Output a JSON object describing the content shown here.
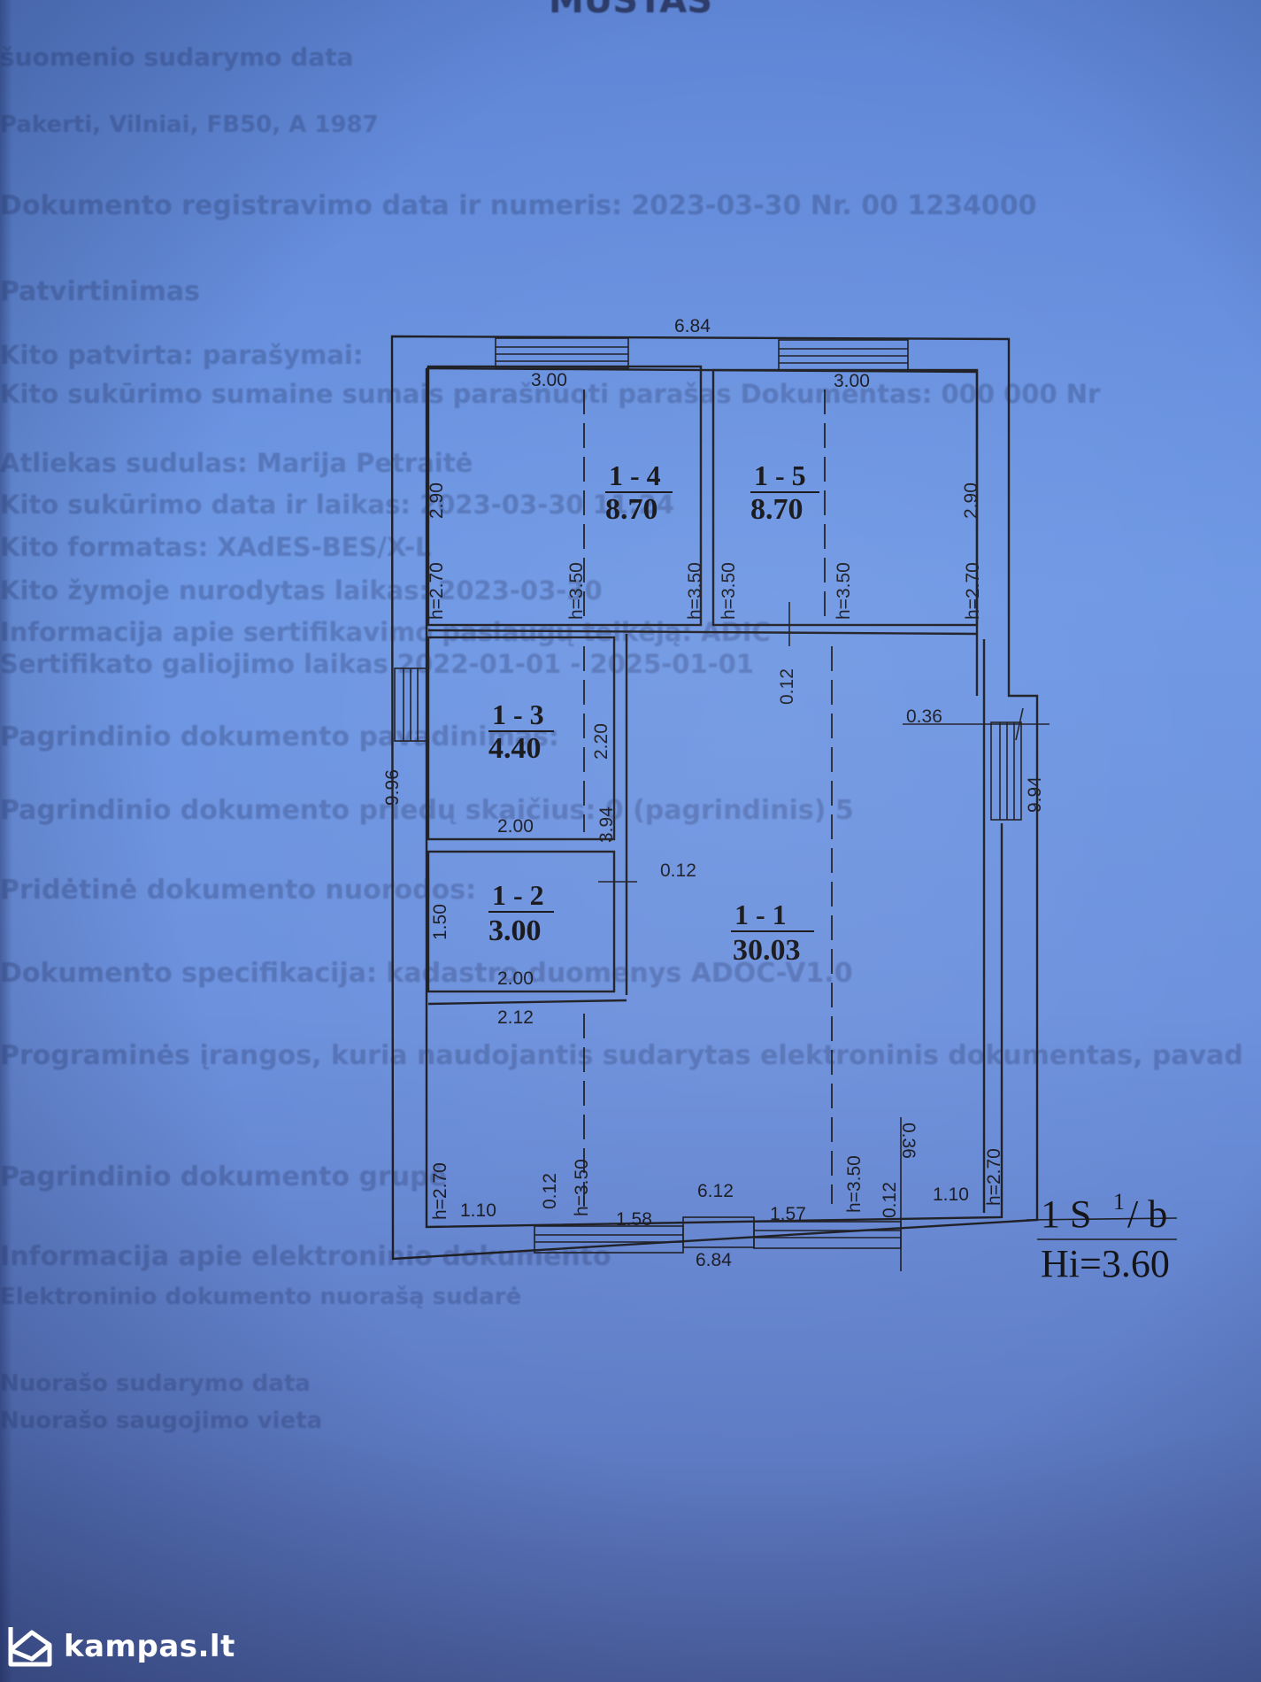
{
  "plan": {
    "outer": {
      "top_width": "6.84",
      "bottom_width": "6.84",
      "left_height": "9.96",
      "right_height": "9.94"
    },
    "rooms": [
      {
        "id": "1 - 1",
        "area": "30.03"
      },
      {
        "id": "1 - 2",
        "area": "3.00"
      },
      {
        "id": "1 - 3",
        "area": "4.40"
      },
      {
        "id": "1 - 4",
        "area": "8.70"
      },
      {
        "id": "1 - 5",
        "area": "8.70"
      }
    ],
    "dims": {
      "r4_width": "3.00",
      "r5_width": "3.00",
      "r4_depth": "2.90",
      "r5_depth": "2.90",
      "r3_depth": "2.20",
      "r3_width": "2.00",
      "r2_depth": "1.50",
      "r2_width": "2.00",
      "hall_width": "2.12",
      "inner_bottom": "6.12",
      "bottom_left_seg": "1.58",
      "bottom_right_seg": "1.57",
      "corner_left": "1.10",
      "corner_right": "1.10",
      "wall_thick_a": "0.12",
      "wall_thick_b": "0.12",
      "wall_thick_c": "0.12",
      "wall_thick_d": "0.12",
      "outer_wall_a": "0.36",
      "outer_wall_b": "0.36",
      "partition_len": "3.94"
    },
    "heights": {
      "h270": "h=2.70",
      "h350": "h=3.50"
    },
    "stamp": {
      "line1": "1 S",
      "sup": "1",
      "line1_tail": "/ b",
      "line2": "Hi=3.60"
    }
  },
  "background_text": {
    "top": "MUSTAS",
    "lines": [
      "šuomenio sudarymo data",
      "Pakerti, Vilniai, FB50, A 1987",
      "Dokumento registravimo data ir numeris: 2023-03-30 Nr. 00 1234000",
      "Patvirtinimas",
      "Kito patvirta: parašymai:",
      "Kito sukūrimo sumaine sumais parašnuoti parašas Dokumentas: 000 000 Nr",
      "Atliekas sudulas: Marija Petraitė",
      "Kito sukūrimo data ir laikas: 2023-03-30 11:24",
      "Kito formatas: XAdES-BES/X-L",
      "Kito žymoje nurodytas laikas: 2023-03-30",
      "Informacija apie sertifikavimo paslaugų teikėją: ADIC",
      "Sertifikato galiojimo laikas 2022-01-01 - 2025-01-01",
      "Pagrindinio dokumento pavadinimas:",
      "Pagrindinio dokumento priedų skaičius: 0 (pagrindinis) 5",
      "Pridėtinė dokumento nuorodos:",
      "Dokumento specifikacija: kadastro duomenys ADOC-V1.0",
      "Programinės įrangos, kuria naudojantis sudarytas elektroninis dokumentas, pavad",
      "Pagrindinio dokumento grupė",
      "Informacija apie elektroninio dokumento",
      "Elektroninio dokumento nuorašą sudarė",
      "Nuorašo sudarymo data",
      "Nuorašo saugojimo vieta"
    ]
  },
  "watermark": {
    "text": "kampas.lt"
  }
}
